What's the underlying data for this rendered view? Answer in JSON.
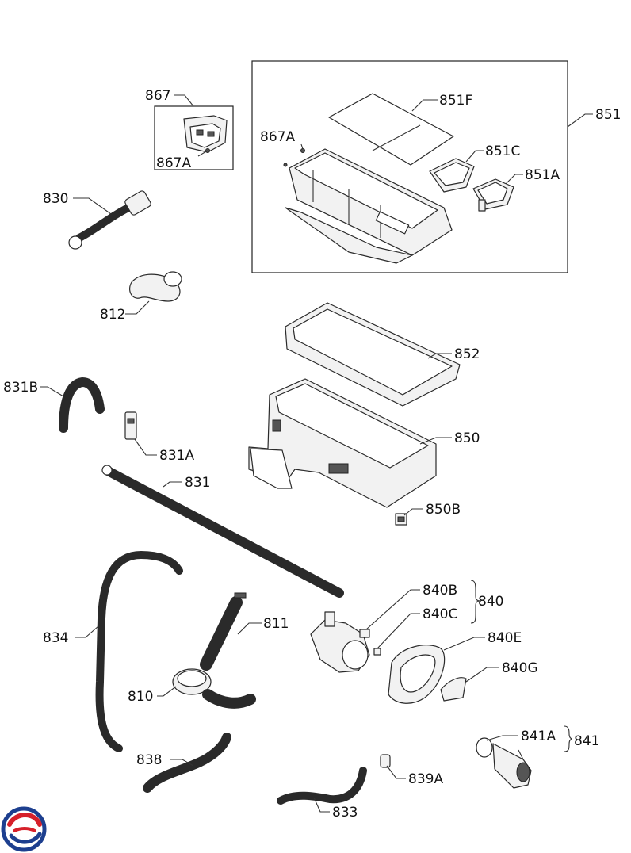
{
  "labels": {
    "p867": "867",
    "p867A_a": "867A",
    "p867A_b": "867A",
    "p851": "851",
    "p851F": "851F",
    "p851C": "851C",
    "p851A": "851A",
    "p830": "830",
    "p812": "812",
    "p852": "852",
    "p831B": "831B",
    "p831A": "831A",
    "p850": "850",
    "p831": "831",
    "p850B": "850B",
    "p840B": "840B",
    "p840": "840",
    "p840C": "840C",
    "p834": "834",
    "p811": "811",
    "p840E": "840E",
    "p840G": "840G",
    "p810": "810",
    "p841A": "841A",
    "p841": "841",
    "p838": "838",
    "p839A": "839A",
    "p833": "833"
  },
  "colors": {
    "logo_blue": "#1d3f8f",
    "logo_red": "#d6202a",
    "line": "#2a2a2a"
  },
  "icons": {
    "logo": "brand-swirl-logo"
  }
}
